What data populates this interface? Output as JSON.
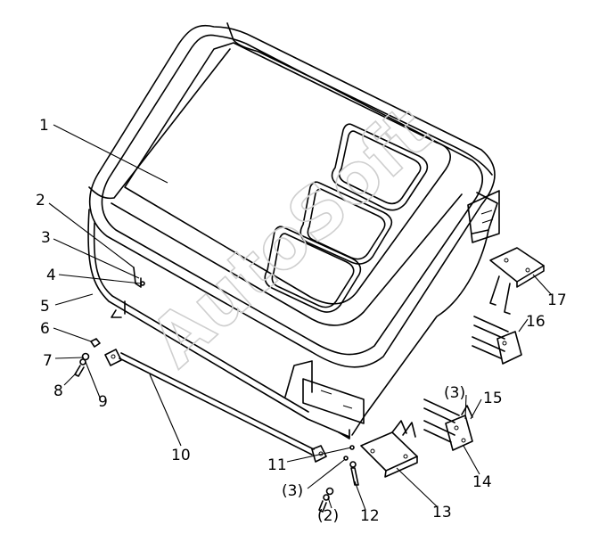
{
  "watermark": "AutoSoft",
  "callouts": [
    {
      "id": "1",
      "text": "1"
    },
    {
      "id": "2",
      "text": "2"
    },
    {
      "id": "3",
      "text": "3"
    },
    {
      "id": "4",
      "text": "4"
    },
    {
      "id": "5",
      "text": "5"
    },
    {
      "id": "6",
      "text": "6"
    },
    {
      "id": "7",
      "text": "7"
    },
    {
      "id": "8",
      "text": "8"
    },
    {
      "id": "9",
      "text": "9"
    },
    {
      "id": "10",
      "text": "10"
    },
    {
      "id": "11",
      "text": "11"
    },
    {
      "id": "3b",
      "text": "(3)"
    },
    {
      "id": "2b",
      "text": "(2)"
    },
    {
      "id": "12",
      "text": "12"
    },
    {
      "id": "13",
      "text": "13"
    },
    {
      "id": "14",
      "text": "14"
    },
    {
      "id": "3c",
      "text": "(3)"
    },
    {
      "id": "15",
      "text": "15"
    },
    {
      "id": "16",
      "text": "16"
    },
    {
      "id": "17",
      "text": "17"
    }
  ]
}
